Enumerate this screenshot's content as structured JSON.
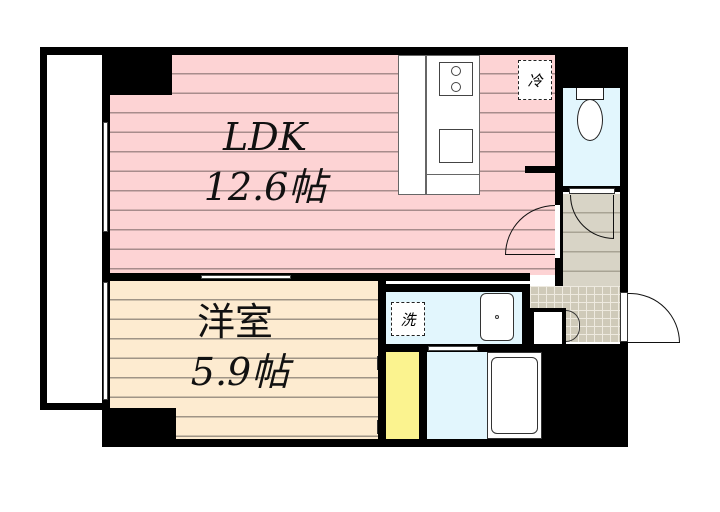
{
  "rooms": {
    "ldk": {
      "name": "LDK",
      "size": "12.6帖",
      "color": "#fdd3d4"
    },
    "western_room": {
      "name": "洋室",
      "size": "5.9帖",
      "color": "#fdebd0"
    },
    "washroom": {
      "color": "#e2f6fd"
    },
    "bathroom": {
      "color": "#e2f6fd"
    },
    "toilet": {
      "color": "#e2f6fd"
    },
    "closet": {
      "color": "#fbf38f"
    },
    "hallway": {
      "color": "#d8d4c6"
    }
  },
  "fixtures": {
    "fridge_label": "冷",
    "washer_label": "洗"
  }
}
